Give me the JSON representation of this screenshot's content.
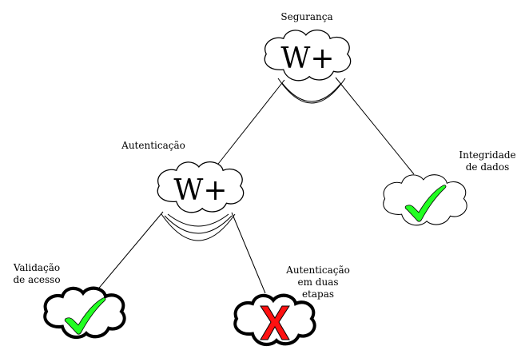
{
  "nodes": {
    "security": {
      "label": "Segurança",
      "symbol": "W+",
      "icon": "cloud-icon"
    },
    "authentication": {
      "label": "Autenticação",
      "symbol": "W+",
      "icon": "cloud-icon"
    },
    "data_integrity": {
      "label": "Integridade\nde dados",
      "status": "satisfied",
      "icon": "green-checkmark-icon"
    },
    "access_validation": {
      "label": "Validação\nde acesso",
      "status": "satisfied",
      "icon": "green-checkmark-icon"
    },
    "two_step_auth": {
      "label": "Autenticação\nem duas\netapas",
      "status": "denied",
      "icon": "red-x-icon"
    }
  },
  "colors": {
    "check": "#22ff22",
    "cross": "#ff1111",
    "stroke": "#000000"
  }
}
